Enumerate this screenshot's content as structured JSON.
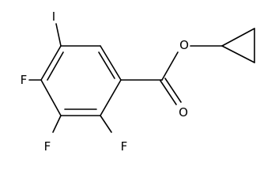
{
  "atoms": {
    "iodine": "I",
    "fluorine_top": "F",
    "fluorine_bottom_left": "F",
    "fluorine_bottom_right": "F",
    "ester_oxygen": "O",
    "carbonyl_oxygen": "O"
  },
  "colors": {
    "bond": "#000000",
    "label": "#000000",
    "background": "#ffffff"
  }
}
